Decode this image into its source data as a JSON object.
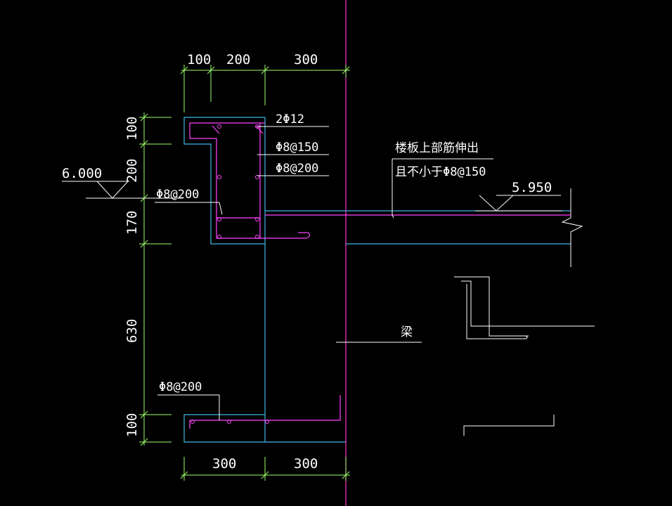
{
  "drawing": {
    "top_dims": [
      "100",
      "200",
      "300"
    ],
    "bottom_dims": [
      "300",
      "300"
    ],
    "left_dims": [
      "100",
      "200",
      "170",
      "630",
      "100"
    ],
    "elevation_left": "6.000",
    "elevation_right": "5.950",
    "rebar_top": "2Φ12",
    "stirrup_1": "Φ8@150",
    "stirrup_2": "Φ8@200",
    "stirrup_left": "Φ8@200",
    "stirrup_bottom": "Φ8@200",
    "slab_note_line1": "楼板上部筋伸出",
    "slab_note_line2": "且不小于Φ8@150",
    "beam_label": "梁"
  },
  "colors": {
    "background": "#000000",
    "dimension": "#9cff6a",
    "concrete": "#3fb7e6",
    "rebar": "#ff44ff",
    "axis": "#ff33cc",
    "text": "#ffffff",
    "detail": "#ffffff"
  }
}
